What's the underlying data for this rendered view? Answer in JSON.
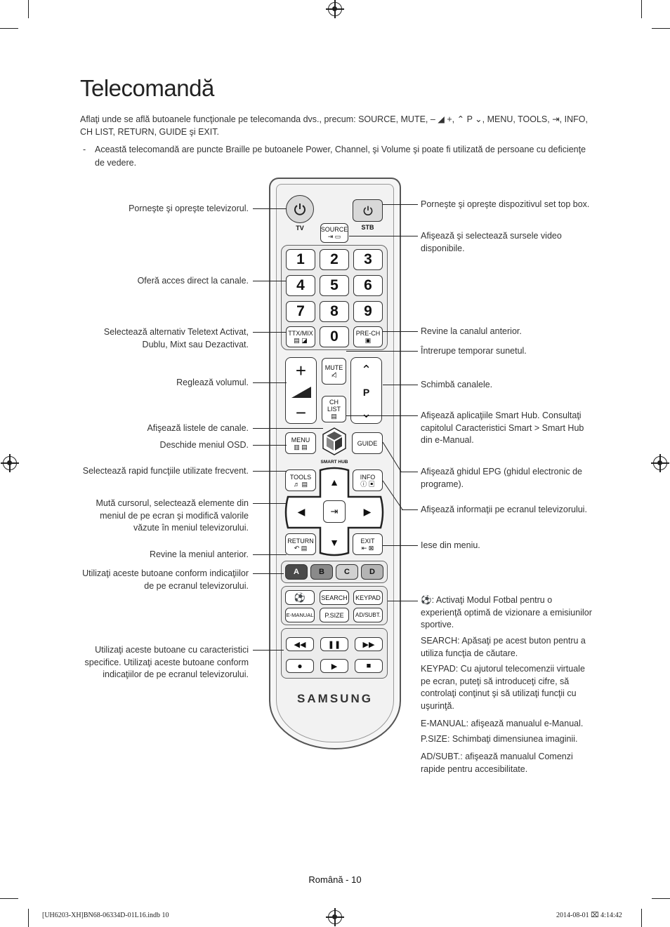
{
  "page": {
    "title": "Telecomandă",
    "intro_text": "Aflaţi unde se află butoanele funcţionale pe telecomanda dvs., precum: SOURCE, MUTE, ‒ ◢ +, ⌃ P ⌄, MENU, TOOLS, ⇥, INFO, CH LIST, RETURN, GUIDE şi EXIT.",
    "note_dash": "-",
    "note_text": "Această telecomandă are puncte Braille pe butoanele Power, Channel, şi Volume şi poate fi utilizată de persoane cu deficienţe de vedere.",
    "footer": "Română - 10",
    "slug_left": "[UH6203-XH]BN68-06334D-01L16.indb   10",
    "slug_right": "2014-08-01   ⌧ 4:14:42"
  },
  "labels_left": {
    "power_tv": "Porneşte şi opreşte televizorul.",
    "numbers": "Oferă acces direct la canale.",
    "ttx": "Selectează alternativ Teletext Activat, Dublu, Mixt sau Dezactivat.",
    "volume": "Reglează volumul.",
    "chlist": "Afişează listele de canale.",
    "menu": "Deschide meniul OSD.",
    "tools": "Selectează rapid funcţiile utilizate frecvent.",
    "nav": "Mută cursorul, selectează elemente din meniul de pe ecran şi modifică valorile văzute în meniul televizorului.",
    "return": "Revine la meniul anterior.",
    "color": "Utilizaţi aceste butoane conform indicaţiilor de pe ecranul televizorului.",
    "media": "Utilizaţi aceste butoane cu caracteristici specifice. Utilizaţi aceste butoane conform indicaţiilor de pe ecranul televizorului."
  },
  "labels_right": {
    "stb": "Porneşte şi opreşte dispozitivul set top box.",
    "source": "Afişează şi selectează sursele video disponibile.",
    "prech": "Revine la canalul anterior.",
    "mute": "Întrerupe temporar sunetul.",
    "channel": "Schimbă canalele.",
    "smarthub": "Afişează aplicaţiile Smart Hub. Consultaţi capitolul Caracteristici Smart > Smart Hub din e-Manual.",
    "guide": "Afişează ghidul EPG (ghidul electronic de programe).",
    "info": "Afişează informaţii pe ecranul televizorului.",
    "exit": "Iese din meniu.",
    "football": "⚽: Activaţi Modul Fotbal pentru o experienţă optimă de vizionare a emisiunilor sportive.",
    "search": "SEARCH: Apăsaţi pe acest buton pentru a utiliza funcţia de căutare.",
    "keypad": "KEYPAD: Cu ajutorul telecomenzii virtuale pe ecran, puteţi să introduceţi cifre, să controlaţi conţinut şi să utilizaţi funcţii cu uşurinţă.",
    "emanual": "E-MANUAL: afişează manualul e-Manual.",
    "psize": "P.SIZE: Schimbaţi dimensiunea imaginii.",
    "adsubt": "AD/SUBT.: afişează manualul Comenzi rapide pentru accesibilitate."
  },
  "remote": {
    "tv": "TV",
    "stb": "STB",
    "source": "SOURCE",
    "digits": [
      "1",
      "2",
      "3",
      "4",
      "5",
      "6",
      "7",
      "8",
      "9",
      "0"
    ],
    "ttx": "TTX/MIX",
    "prech": "PRE-CH",
    "mute": "MUTE",
    "chlist": "CH LIST",
    "p": "P",
    "menu": "MENU",
    "guide": "GUIDE",
    "smart_hub": "SMART HUB",
    "tools": "TOOLS",
    "info": "INFO",
    "return": "RETURN",
    "exit": "EXIT",
    "colors": [
      "A",
      "B",
      "C",
      "D"
    ],
    "search": "SEARCH",
    "keypad": "KEYPAD",
    "emanual": "E-MANUAL",
    "psize": "P.SIZE",
    "adsubt": "AD/SUBT.",
    "brand": "SAMSUNG",
    "color_hex": {
      "A": "#4a4a4a",
      "B": "#8a8a8a",
      "C": "#d0d0d0",
      "D": "#b4b4b4"
    }
  }
}
